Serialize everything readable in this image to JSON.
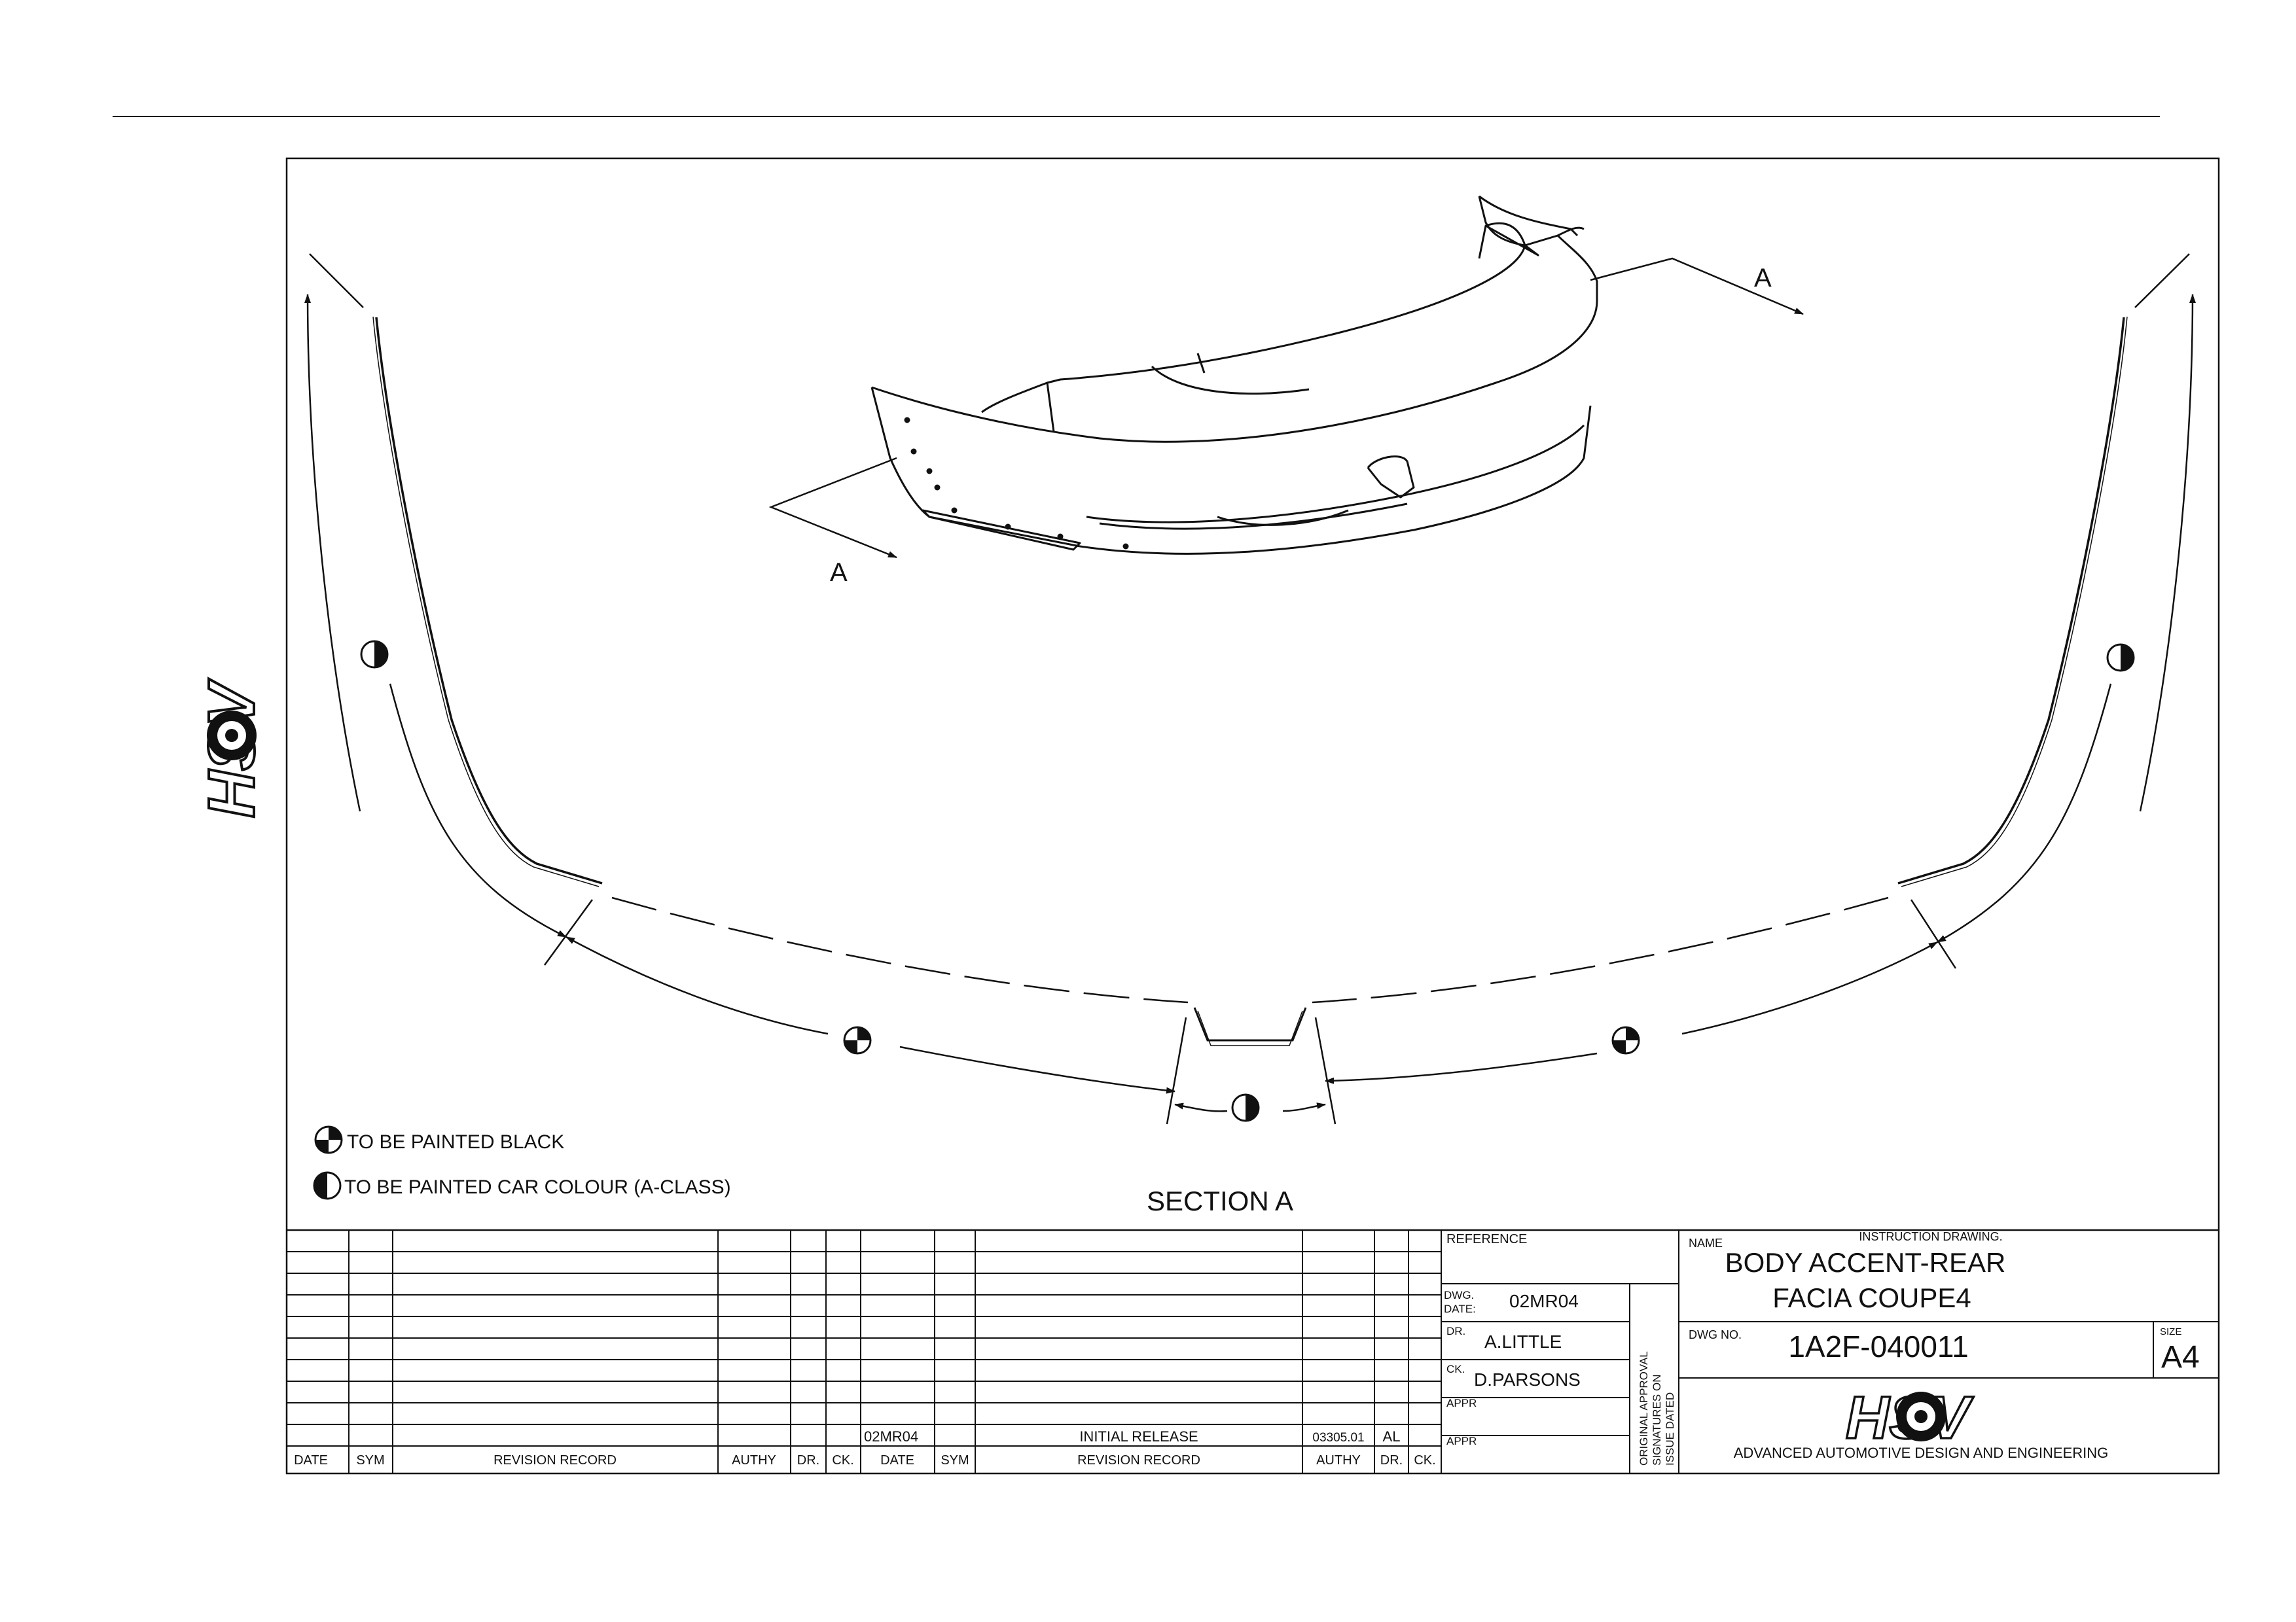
{
  "drawing": {
    "section_label": "SECTION A",
    "section_marker": "A"
  },
  "legend": {
    "black": "TO BE PAINTED BLACK",
    "car_colour": "TO BE PAINTED CAR COLOUR (A-CLASS)"
  },
  "revision_table": {
    "headers": [
      "DATE",
      "SYM",
      "REVISION RECORD",
      "AUTHY",
      "DR.",
      "CK."
    ],
    "entry": {
      "date": "02MR04",
      "record": "INITIAL RELEASE",
      "authy": "03305.01",
      "dr": "AL"
    }
  },
  "info_block": {
    "reference_label": "REFERENCE",
    "dwg_date_label": "DWG.\nDATE:",
    "dwg_date": "02MR04",
    "dr_label": "DR.",
    "dr": "A.LITTLE",
    "ck_label": "CK.",
    "ck": "D.PARSONS",
    "appr_label": "APPR",
    "approval_note": "ORIGINAL APPROVAL SIGNATURES ON ISSUE DATED"
  },
  "title_block": {
    "name_label": "NAME",
    "instruction": "INSTRUCTION DRAWING.",
    "title_line1": "BODY ACCENT-REAR",
    "title_line2": "FACIA COUPE4",
    "dwg_no_label": "DWG NO.",
    "dwg_no": "1A2F-040011",
    "size_label": "SIZE",
    "size": "A4",
    "company": "ADVANCED AUTOMOTIVE DESIGN AND ENGINEERING",
    "logo_text": "HSV"
  }
}
